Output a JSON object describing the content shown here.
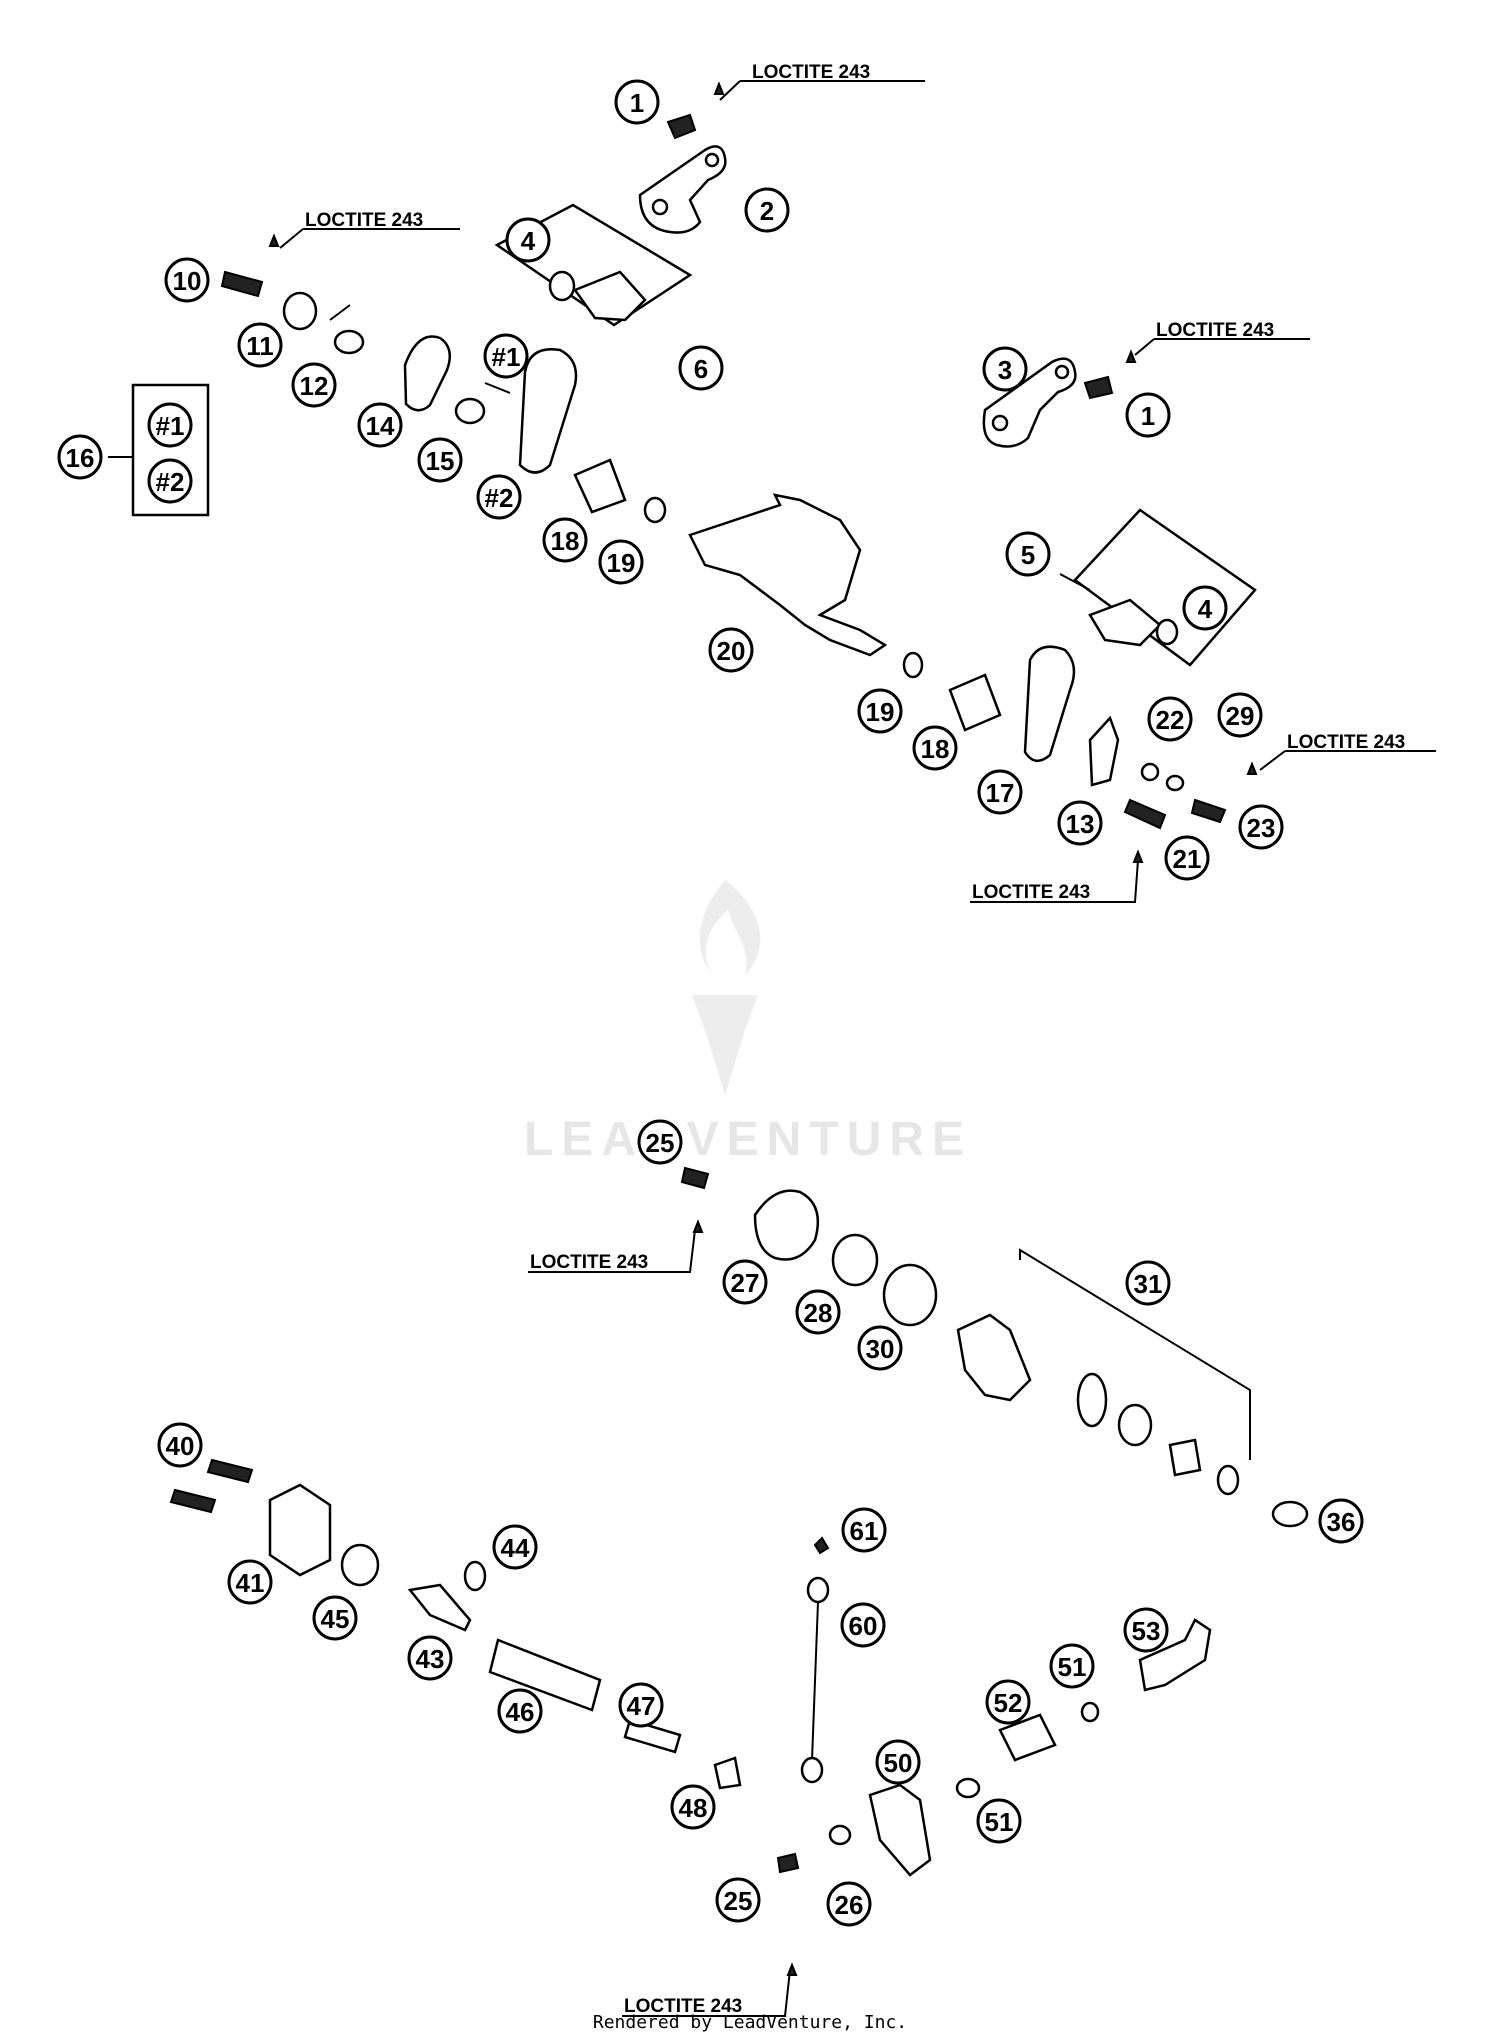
{
  "watermark": {
    "text": "LEADVENTURE"
  },
  "footer": {
    "text": "Rendered by LeadVenture, Inc."
  },
  "loctite_labels": [
    "LOCTITE 243",
    "LOCTITE 243",
    "LOCTITE 243",
    "LOCTITE 243",
    "LOCTITE 243",
    "LOCTITE 243",
    "LOCTITE 243"
  ],
  "callouts": [
    "1",
    "2",
    "4",
    "6",
    "10",
    "11",
    "12",
    "14",
    "15",
    "#1",
    "#2",
    "16",
    "#1",
    "#2",
    "3",
    "1",
    "18",
    "19",
    "20",
    "5",
    "4",
    "19",
    "18",
    "17",
    "13",
    "22",
    "29",
    "21",
    "23",
    "25",
    "27",
    "28",
    "30",
    "31",
    "36",
    "40",
    "41",
    "45",
    "44",
    "43",
    "46",
    "47",
    "48",
    "61",
    "60",
    "50",
    "53",
    "51",
    "52",
    "51",
    "25",
    "26"
  ]
}
